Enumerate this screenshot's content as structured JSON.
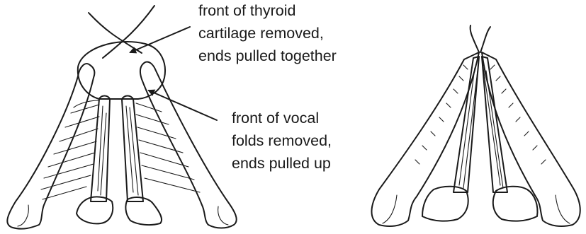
{
  "annotations": {
    "thyroid": {
      "lines": [
        "front of thyroid",
        "cartilage removed,",
        "ends pulled together"
      ]
    },
    "vocal_folds": {
      "lines": [
        "front of vocal",
        "folds removed,",
        "ends pulled up"
      ]
    }
  },
  "colors": {
    "ink": "#1a1a1a",
    "background": "#ffffff"
  }
}
